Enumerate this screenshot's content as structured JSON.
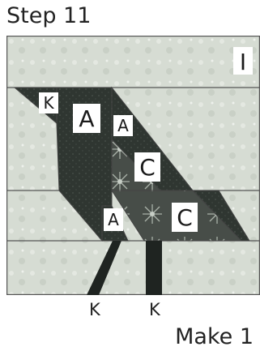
{
  "header": {
    "title": "Step 11"
  },
  "footer": {
    "make_label": "Make 1"
  },
  "block": {
    "piece_labels": {
      "I": "I",
      "K_top": "K",
      "A_body": "A",
      "A_upper": "A",
      "C_upper": "C",
      "A_lower": "A",
      "C_lower": "C",
      "K_leg_left": "K",
      "K_leg_right": "K"
    },
    "colors": {
      "background_fabric": "#d6dcd3",
      "background_fabric_light": "#e4e8e1",
      "dark_fabric": "#2f3631",
      "print_fabric": "#4c524d",
      "leg_fabric": "#1f2421",
      "seam_line": "#555555"
    }
  }
}
